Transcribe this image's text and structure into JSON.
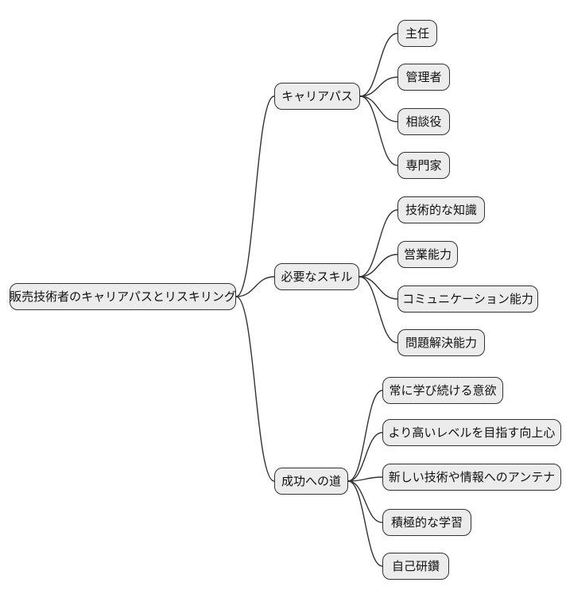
{
  "mindmap": {
    "root": {
      "label": "販売技術者のキャリアパスとリスキリング"
    },
    "branches": [
      {
        "label": "キャリアパス",
        "children": [
          {
            "label": "主任"
          },
          {
            "label": "管理者"
          },
          {
            "label": "相談役"
          },
          {
            "label": "専門家"
          }
        ]
      },
      {
        "label": "必要なスキル",
        "children": [
          {
            "label": "技術的な知識"
          },
          {
            "label": "営業能力"
          },
          {
            "label": "コミュニケーション能力"
          },
          {
            "label": "問題解決能力"
          }
        ]
      },
      {
        "label": "成功への道",
        "children": [
          {
            "label": "常に学び続ける意欲"
          },
          {
            "label": "より高いレベルを目指す向上心"
          },
          {
            "label": "新しい技術や情報へのアンテナ"
          },
          {
            "label": "積極的な学習"
          },
          {
            "label": "自己研鑽"
          }
        ]
      }
    ],
    "colors": {
      "background": "#ffffff",
      "node_fill": "#ececec",
      "node_border": "#333333",
      "edge": "#333333",
      "text": "#111111"
    }
  }
}
